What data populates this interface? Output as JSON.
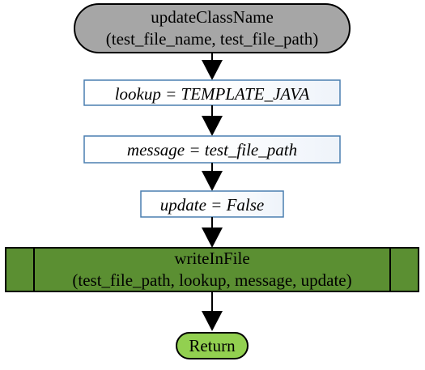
{
  "diagram": {
    "start": {
      "line1": "updateClassName",
      "line2": "(test_file_name, test_file_path)"
    },
    "steps": [
      {
        "text": "lookup = TEMPLATE_JAVA"
      },
      {
        "text": "message = test_file_path"
      },
      {
        "text": "update = False"
      }
    ],
    "call": {
      "line1": "writeInFile",
      "line2": "(test_file_path, lookup, message, update)"
    },
    "end": {
      "label": "Return"
    }
  },
  "colors": {
    "start_fill": "#a6a6a6",
    "step_border": "#4a7fb0",
    "call_fill": "#5b8f32",
    "end_fill": "#92d050",
    "stroke": "#000000"
  }
}
